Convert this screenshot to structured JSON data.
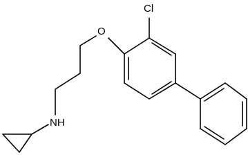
{
  "structure": {
    "atom_labels": {
      "chlorine": "Cl",
      "oxygen": "O",
      "nitrogen_h": "NH"
    },
    "colors": {
      "bond": "#000000",
      "background": "#ffffff"
    }
  }
}
